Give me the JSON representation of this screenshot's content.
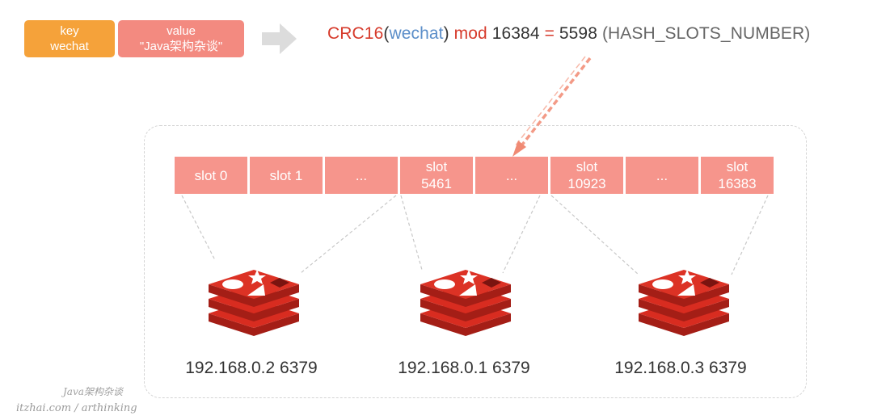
{
  "kv": {
    "key_label": "key",
    "key_value": "wechat",
    "value_label": "value",
    "value_value": "\"Java架构杂谈\""
  },
  "formula": {
    "func": "CRC16",
    "open_paren": "(",
    "arg": "wechat",
    "close_paren": ")",
    "op": "mod",
    "modulus": "16384",
    "equals": "=",
    "result": "5598",
    "note": "(HASH_SLOTS_NUMBER)"
  },
  "slots": [
    {
      "line1": "slot 0",
      "line2": ""
    },
    {
      "line1": "slot 1",
      "line2": ""
    },
    {
      "line1": "...",
      "line2": ""
    },
    {
      "line1": "slot",
      "line2": "5461"
    },
    {
      "line1": "...",
      "line2": ""
    },
    {
      "line1": "slot",
      "line2": "10923"
    },
    {
      "line1": "...",
      "line2": ""
    },
    {
      "line1": "slot",
      "line2": "16383"
    }
  ],
  "nodes": [
    {
      "address": "192.168.0.2 6379"
    },
    {
      "address": "192.168.0.1 6379"
    },
    {
      "address": "192.168.0.3 6379"
    }
  ],
  "icons": {
    "arrow": "right-arrow-icon",
    "node": "redis-logo-icon"
  },
  "colors": {
    "key_chip": "#f5a23a",
    "value_chip": "#f38a80",
    "slot": "#f6958c",
    "redis_red": "#d82c20",
    "formula_red": "#d63a2b",
    "formula_blue": "#5b8ec9"
  },
  "watermark": {
    "line1": "Java架构杂谈",
    "line2": "itzhai.com / arthinking"
  }
}
